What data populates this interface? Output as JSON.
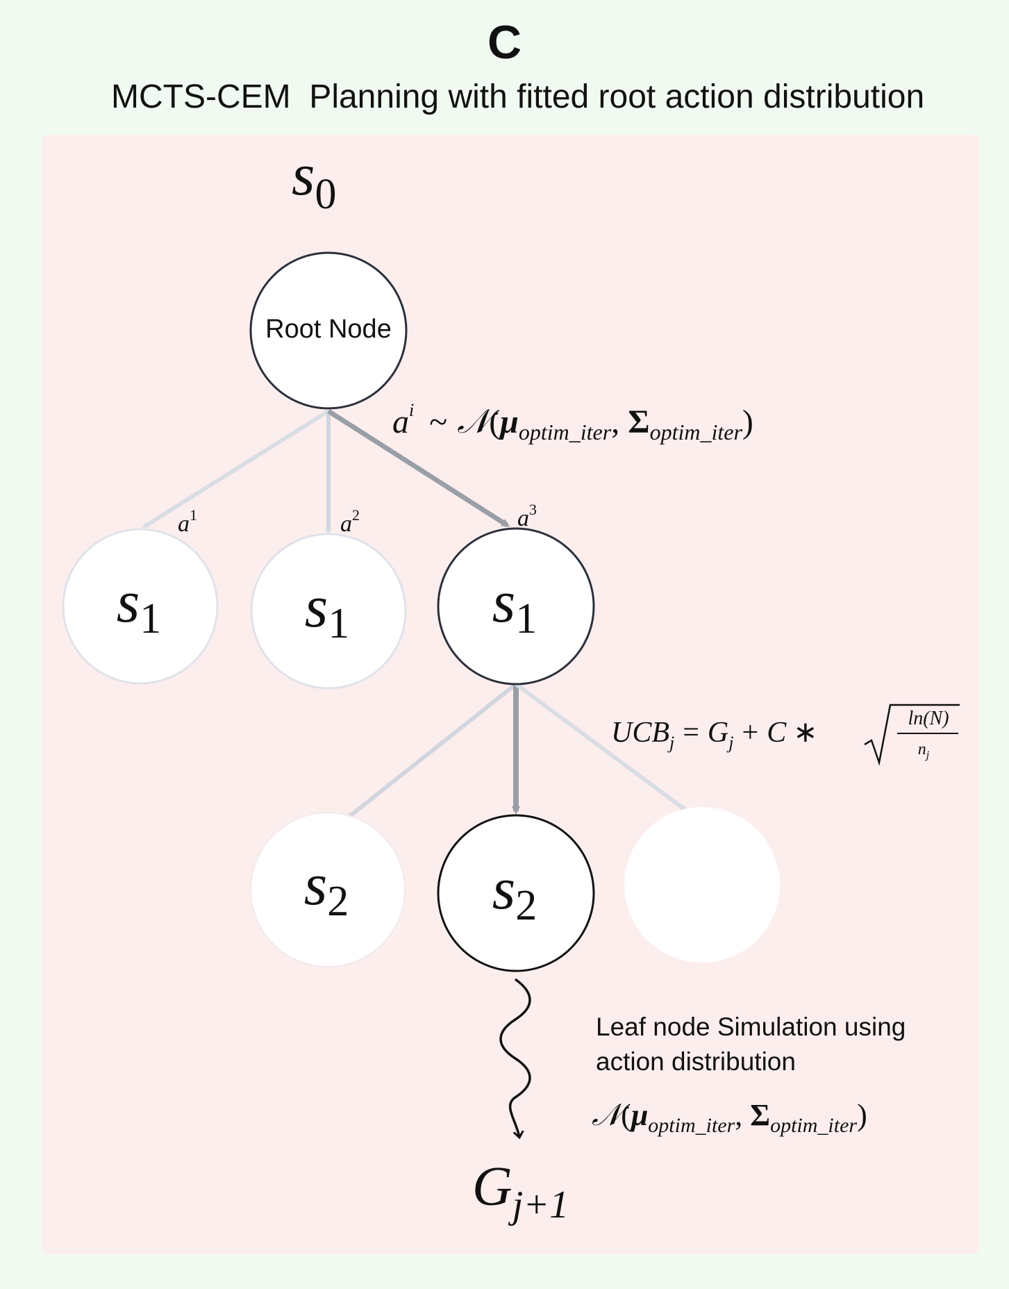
{
  "panel": {
    "letter": "C",
    "title": "MCTS-CEM  Planning with fitted root action distribution"
  },
  "tree": {
    "root_state": {
      "base": "s",
      "sub": "0"
    },
    "root_node_label": "Root Node",
    "level1": [
      {
        "base": "s",
        "sub": "1",
        "action_base": "a",
        "action_sup": "1",
        "status": "faded"
      },
      {
        "base": "s",
        "sub": "1",
        "action_base": "a",
        "action_sup": "2",
        "status": "faded"
      },
      {
        "base": "s",
        "sub": "1",
        "action_base": "a",
        "action_sup": "3",
        "status": "selected"
      }
    ],
    "level2": [
      {
        "base": "s",
        "sub": "2",
        "status": "faded"
      },
      {
        "base": "s",
        "sub": "2",
        "status": "selected"
      },
      {
        "base": "",
        "sub": "",
        "status": "empty"
      }
    ],
    "return_node": {
      "base": "G",
      "sub": "j+1"
    }
  },
  "formulas": {
    "action_sampling": {
      "lhs_base": "a",
      "lhs_sup": "i",
      "tilde": "~",
      "dist": "𝒩",
      "mu": "μ",
      "sigma": "Σ",
      "sub": "optim_iter"
    },
    "ucb": {
      "lhs": "UCB",
      "lhs_sub": "j",
      "eq": "=",
      "g": "G",
      "g_sub": "j",
      "plus": "+",
      "c": "C",
      "times": "∗",
      "num": "ln(N)",
      "den": "n",
      "den_sub": "j"
    },
    "leaf_simulation": {
      "line1": "Leaf node Simulation using",
      "line2": "action distribution",
      "dist": "𝒩",
      "mu": "μ",
      "sigma": "Σ",
      "sub": "optim_iter"
    }
  },
  "colors": {
    "page_bg": "#f1faf1",
    "panel_bg": "#fdeeee",
    "selected_edge": "#9a9ea6",
    "faded_edge": "#d9dde4",
    "selected_node_stroke": "#2b2f3a",
    "faded_node_stroke": "#e0e2ea"
  }
}
